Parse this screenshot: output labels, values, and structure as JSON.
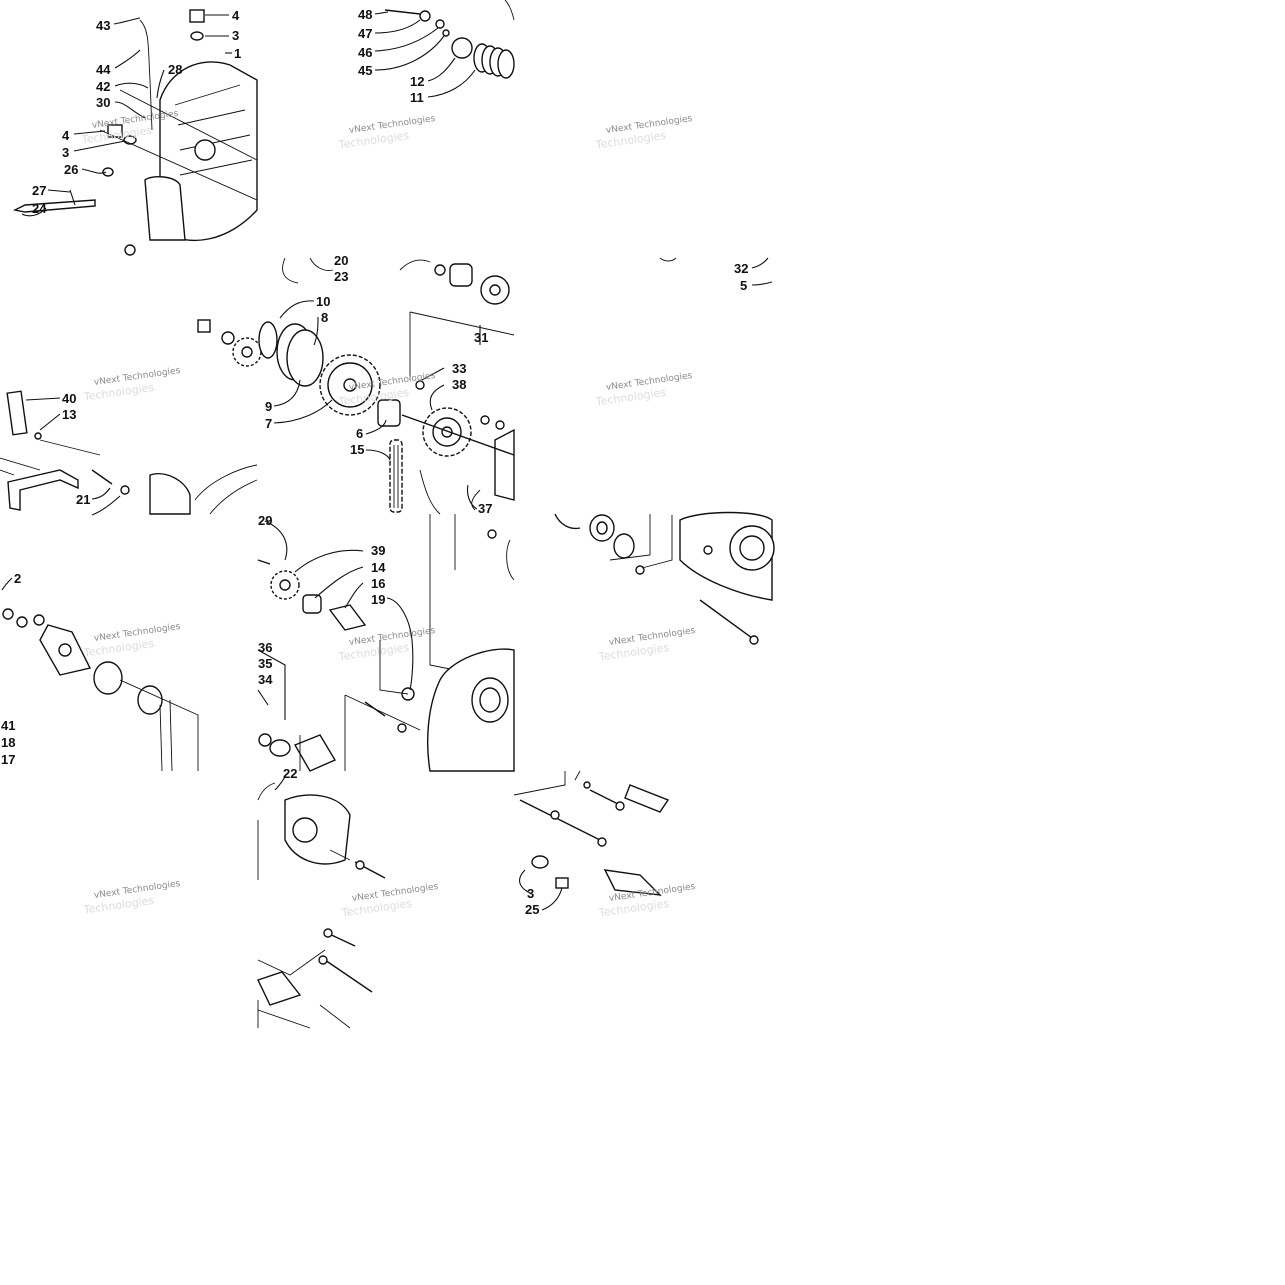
{
  "watermark": {
    "line1": "vNext Technologies",
    "line2": "Technologies"
  },
  "callouts": [
    "1",
    "2",
    "3",
    "4",
    "5",
    "6",
    "7",
    "8",
    "9",
    "10",
    "11",
    "12",
    "13",
    "14",
    "15",
    "16",
    "17",
    "18",
    "19",
    "20",
    "21",
    "22",
    "23",
    "24",
    "25",
    "26",
    "27",
    "28",
    "29",
    "30",
    "31",
    "32",
    "33",
    "34",
    "35",
    "36",
    "37",
    "38",
    "39",
    "40",
    "41",
    "42",
    "43",
    "44",
    "45",
    "46",
    "47",
    "48"
  ]
}
